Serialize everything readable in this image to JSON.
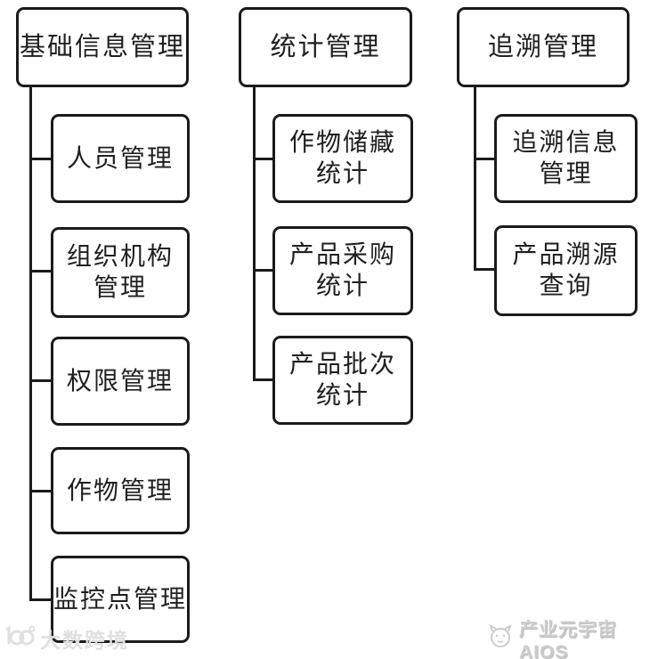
{
  "tree": {
    "columns": [
      {
        "root": "基础信息管理",
        "children": [
          "人员管理",
          "组织机构\n管理",
          "权限管理",
          "作物管理",
          "监控点管理"
        ]
      },
      {
        "root": "统计管理",
        "children": [
          "作物储藏\n统计",
          "产品采购\n统计",
          "产品批次\n统计"
        ]
      },
      {
        "root": "追溯管理",
        "children": [
          "追溯信息\n管理",
          "产品溯源\n查询"
        ]
      }
    ]
  },
  "watermarks": {
    "bottom_left": "大数跨境",
    "bottom_right": "产业元宇宙AIOS"
  },
  "icons": {
    "bottom_left_logo": "circles-100-logo-icon",
    "bottom_right_logo": "cat-outline-logo-icon"
  },
  "colors": {
    "line": "#1b1b1b",
    "box_border": "#1b1b1b",
    "box_fill": "#ffffff",
    "background": "#ffffff",
    "watermark_left": "#e0e0e0",
    "watermark_right": "#cccccc"
  }
}
